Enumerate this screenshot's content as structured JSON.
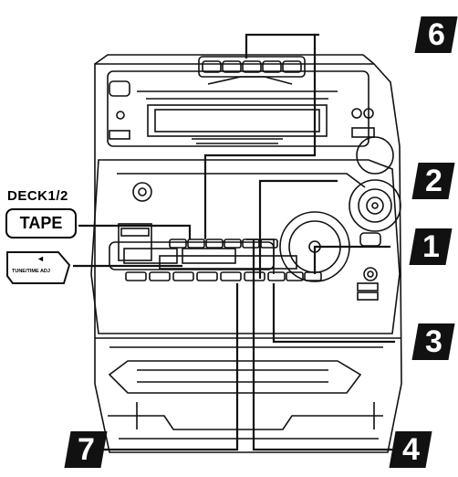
{
  "callouts": {
    "c6": "6",
    "c2": "2",
    "c1": "1",
    "c3": "3",
    "c7": "7",
    "c4": "4"
  },
  "left_labels": {
    "deck": "DECK1/2",
    "tape": "TAPE",
    "tune": "TUNE/TIME ADJ",
    "tune_arrow": "◄"
  }
}
